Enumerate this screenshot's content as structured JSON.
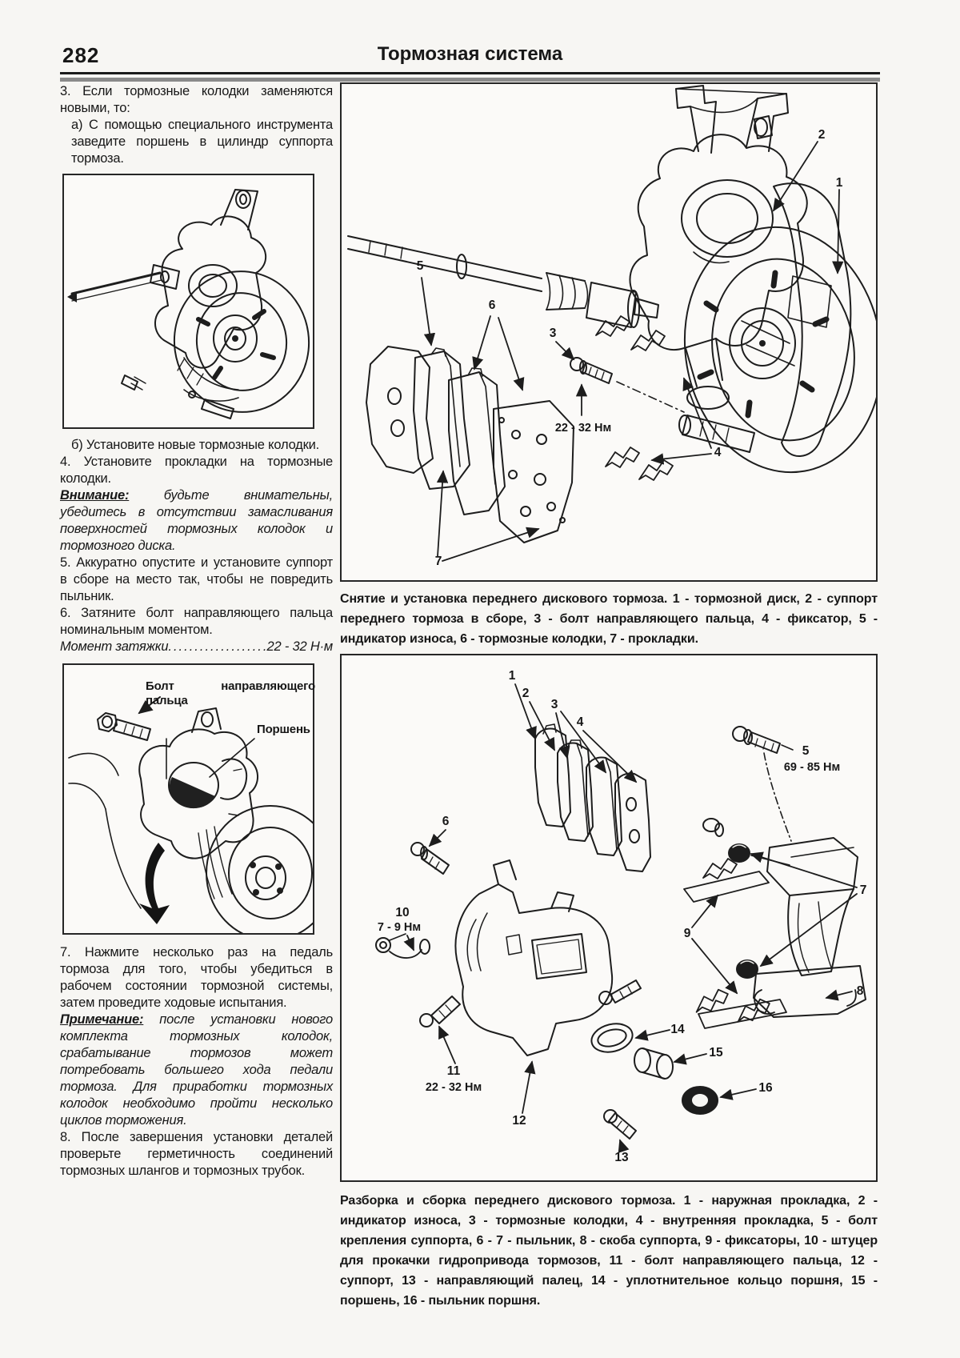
{
  "page": {
    "number": "282",
    "title": "Тормозная система"
  },
  "left_column": {
    "step3": "3. Если тормозные колодки заменяются новыми, то:",
    "step3a": "а) С помощью специального инструмента заведите поршень в цилиндр суппорта тормоза.",
    "step3b": "б) Установите новые тормозные колодки.",
    "step4": "4. Установите прокладки на тормозные колодки.",
    "warning_label": "Внимание:",
    "warning_text": "будьте внимательны, убедитесь в отсутствии замасливания поверхностей тормозных колодок и тормозного диска.",
    "step5": "5. Аккуратно опустите и установите суппорт в сборе на место так, чтобы не повредить пыльник.",
    "step6": "6. Затяните болт направляющего пальца номинальным моментом.",
    "torque_label": "Момент затяжки",
    "torque_leader": "....................",
    "torque_value": "22 - 32 Н·м",
    "step7": "7. Нажмите несколько раз на педаль тормоза для того, чтобы убедиться в рабочем состоянии тормозной системы, затем проведите ходовые испытания.",
    "note_label": "Примечание:",
    "note_text": "после установки нового комплекта тормозных колодок, срабатывание тормозов может потребовать большего хода педали тормоза. Для приработки тормозных колодок необходимо пройти несколько циклов торможения.",
    "step8": "8. После завершения установки деталей проверьте герметичность соединений тормозных шлангов и тормозных трубок."
  },
  "figure_guide_pin": {
    "bolt_label": "Болт направляющего пальца",
    "piston_label": "Поршень"
  },
  "diagram1": {
    "caption": "Снятие и установка переднего дискового тормоза. 1 - тормозной диск, 2 - суппорт переднего тормоза в сборе, 3 - болт направляющего пальца, 4 - фиксатор, 5 - индикатор износа, 6 - тормозные колодки, 7 - прокладки.",
    "torque": "22 - 32 Нм",
    "callouts": [
      "1",
      "2",
      "3",
      "4",
      "5",
      "6",
      "7"
    ]
  },
  "diagram2": {
    "caption": "Разборка и сборка переднего дискового тормоза. 1 - наружная прокладка, 2 - индикатор износа, 3 - тормозные колодки, 4 - внутренняя прокладка, 5 - болт крепления суппорта, 6 - 7 - пыльник, 8 - скоба суппорта, 9 - фиксаторы, 10 - штуцер для прокачки гидропривода тормозов, 11 - болт направляющего пальца, 12 - суппорт, 13 - направляющий палец, 14 - уплотнительное кольцо поршня, 15 - поршень, 16 - пыльник поршня.",
    "torque_5": "69 - 85 Нм",
    "torque_10": "7 - 9 Нм",
    "torque_11": "22 - 32 Нм",
    "callouts": [
      "1",
      "2",
      "3",
      "4",
      "5",
      "6",
      "7",
      "8",
      "9",
      "10",
      "11",
      "12",
      "13",
      "14",
      "15",
      "16"
    ]
  }
}
